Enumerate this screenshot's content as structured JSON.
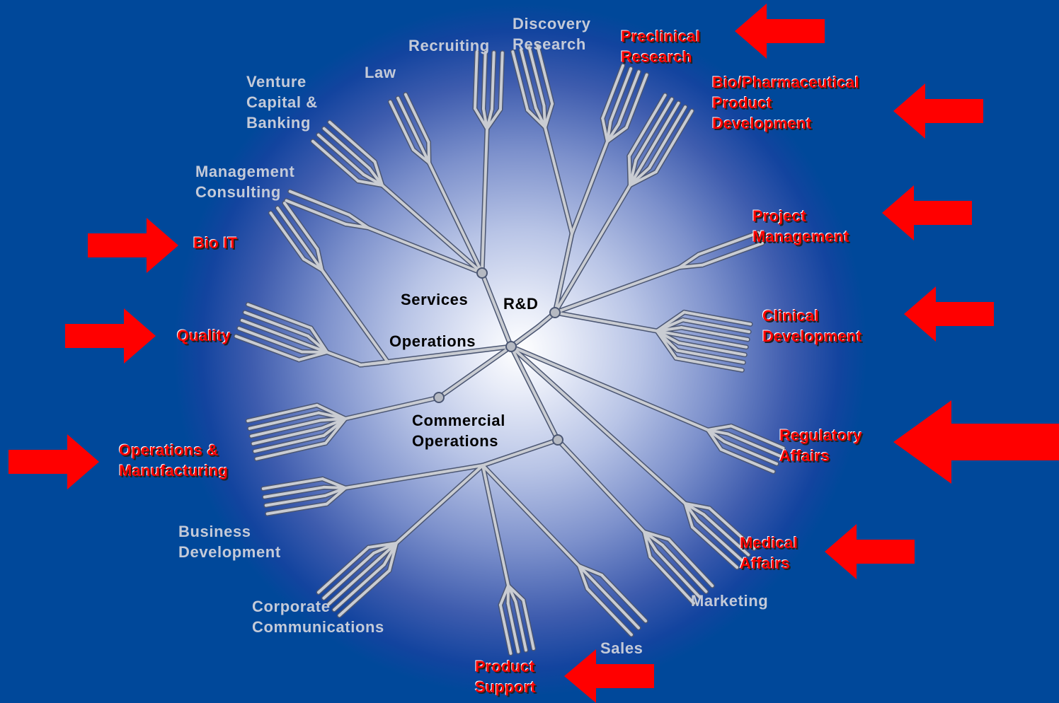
{
  "core": {
    "services": "Services",
    "rd": "R&D",
    "operations": "Operations",
    "commercial": "Commercial\nOperations"
  },
  "branches": {
    "discovery": "Discovery\nResearch",
    "recruiting": "Recruiting",
    "law": "Law",
    "venture": "Venture\nCapital &\nBanking",
    "management_consulting": "Management\nConsulting",
    "business_development": "Business\nDevelopment",
    "corporate_communications": "Corporate\nCommunications",
    "sales": "Sales",
    "marketing": "Marketing"
  },
  "highlighted": {
    "preclinical": "Preclinical\nResearch",
    "biopharma": "Bio/Pharmaceutical\nProduct\nDevelopment",
    "project_management": "Project\nManagement",
    "clinical": "Clinical\nDevelopment",
    "regulatory": "Regulatory\nAffairs",
    "medical": "Medical\nAffairs",
    "product_support": "Product\nSupport",
    "bio_it": "Bio IT",
    "quality": "Quality",
    "operations_manufacturing": "Operations &\nManufacturing"
  },
  "colors": {
    "background": "#00489a",
    "arrow": "#ff0000",
    "highlight_text": "#ff0000",
    "branch_text": "#c4cad8",
    "tree_stroke": "#c9ccd2"
  },
  "icons": {
    "arrow": "red-block-arrow"
  }
}
